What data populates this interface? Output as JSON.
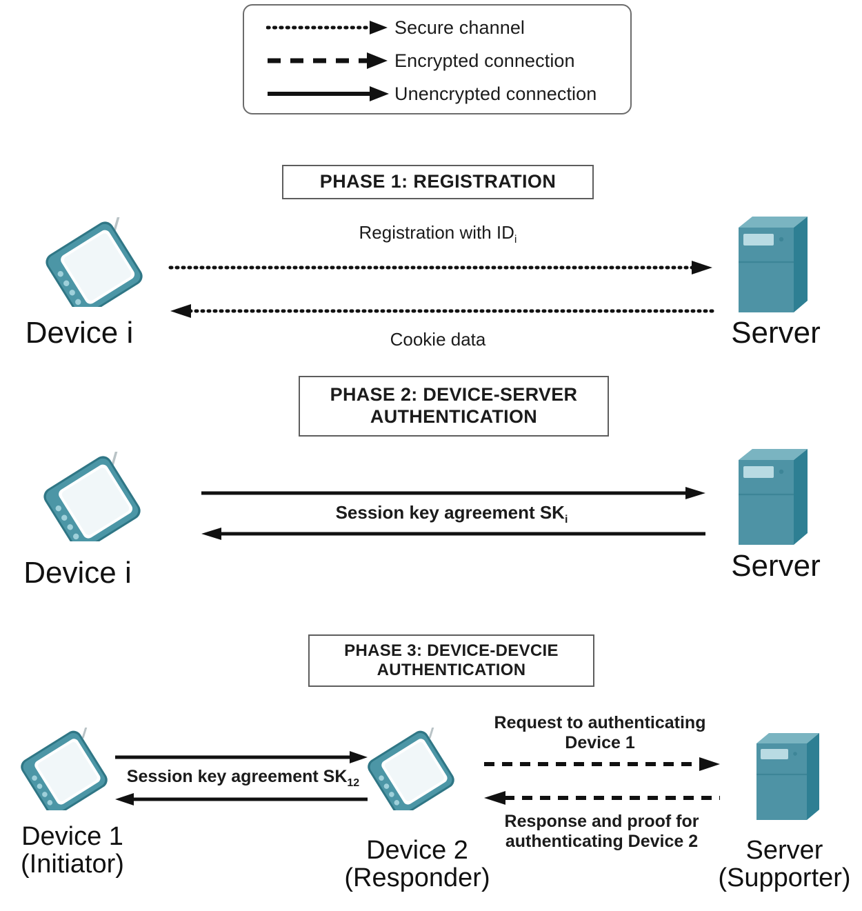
{
  "legend": {
    "name": "connection-type-legend",
    "items": [
      {
        "style": "dotted",
        "label": "Secure channel"
      },
      {
        "style": "dashed",
        "label": "Encrypted connection"
      },
      {
        "style": "solid",
        "label": "Unencrypted connection"
      }
    ]
  },
  "phases": [
    {
      "id": "phase-1",
      "title": "PHASE 1: REGISTRATION",
      "left_node": {
        "icon": "mobile-device-icon",
        "caption": "Device i"
      },
      "right_node": {
        "icon": "server-icon",
        "caption": "Server"
      },
      "messages": [
        {
          "text": "Registration with ID",
          "sub": "i",
          "direction": "right",
          "style": "dotted"
        },
        {
          "text": "Cookie data",
          "sub": "",
          "direction": "left",
          "style": "dotted"
        }
      ]
    },
    {
      "id": "phase-2",
      "title_line1": "PHASE 2: DEVICE-SERVER",
      "title_line2": "AUTHENTICATION",
      "left_node": {
        "icon": "mobile-device-icon",
        "caption": "Device i"
      },
      "right_node": {
        "icon": "server-icon",
        "caption": "Server"
      },
      "messages": [
        {
          "text": "Session key agreement SK",
          "sub": "i",
          "direction": "both",
          "style": "solid"
        }
      ]
    },
    {
      "id": "phase-3",
      "title_line1": "PHASE 3: DEVICE-DEVCIE",
      "title_line2": "AUTHENTICATION",
      "nodes": [
        {
          "icon": "mobile-device-icon",
          "caption_line1": "Device 1",
          "caption_line2": "(Initiator)"
        },
        {
          "icon": "mobile-device-icon",
          "caption_line1": "Device 2",
          "caption_line2": "(Responder)"
        },
        {
          "icon": "server-icon",
          "caption_line1": "Server",
          "caption_line2": "(Supporter)"
        }
      ],
      "messages": [
        {
          "text": "Session key agreement SK",
          "sub": "12",
          "direction": "both",
          "style": "solid"
        },
        {
          "text_line1": "Request to authenticating",
          "text_line2": "Device 1",
          "direction": "right",
          "style": "dashed"
        },
        {
          "text_line1": "Response and proof for",
          "text_line2": "authenticating Device 2",
          "direction": "left",
          "style": "dashed"
        }
      ]
    }
  ],
  "colors": {
    "device_frame": "#4c96a6",
    "device_frame_dark": "#2f7685",
    "device_screen": "#f4f9fb",
    "server_front": "#4e93a5",
    "server_top": "#7ab4c1",
    "server_side": "#2e7f93",
    "line": "#111111",
    "box_border": "#5d5d5d",
    "text": "#1b1b1b"
  }
}
